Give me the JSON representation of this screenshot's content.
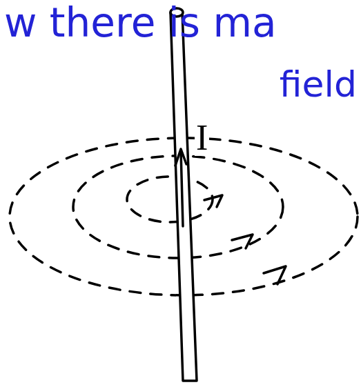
{
  "diagram": {
    "labels": [
      "w there is ma",
      "field",
      "I"
    ]
  }
}
